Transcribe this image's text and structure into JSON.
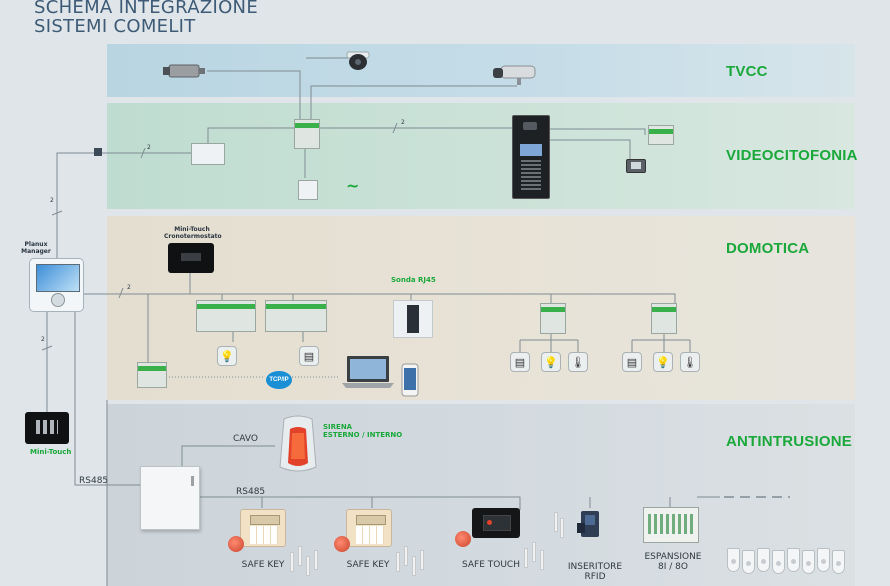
{
  "title": {
    "line1": "SCHEMA INTEGRAZIONE",
    "line2": "SISTEMI COMELIT"
  },
  "sections": {
    "tvcc": "TVCC",
    "videocitofonia": "VIDEOCITOFONIA",
    "domotica": "DOMOTICA",
    "antintrusione": "ANTINTRUSIONE"
  },
  "devices": {
    "planux_manager": "Planux\nManager",
    "mini_touch": "Mini-Touch",
    "mini_touch_crono": "Mini-Touch\nCronotermostato",
    "sonda_rj45": "Sonda RJ45",
    "tcpip": "TCP/IP",
    "sirena": "SIRENA\nESTERNO / INTERNO",
    "safe_key_1": "SAFE KEY",
    "safe_key_2": "SAFE KEY",
    "safe_touch": "SAFE TOUCH",
    "inseritore": "INSERITORE\nRFID",
    "espansione": "ESPANSIONE\n8I / 8O"
  },
  "wires": {
    "cavo": "CAVO",
    "rs485_left": "RS485",
    "rs485_center": "RS485",
    "two_a": "2",
    "two_b": "2",
    "two_c": "2",
    "two_d": "2",
    "two_e": "2",
    "two_f": "2",
    "tilde": "~"
  },
  "colors": {
    "section_green": "#1aa83a",
    "title_blue": "#3d5b76",
    "led_red": "#e2412a"
  }
}
